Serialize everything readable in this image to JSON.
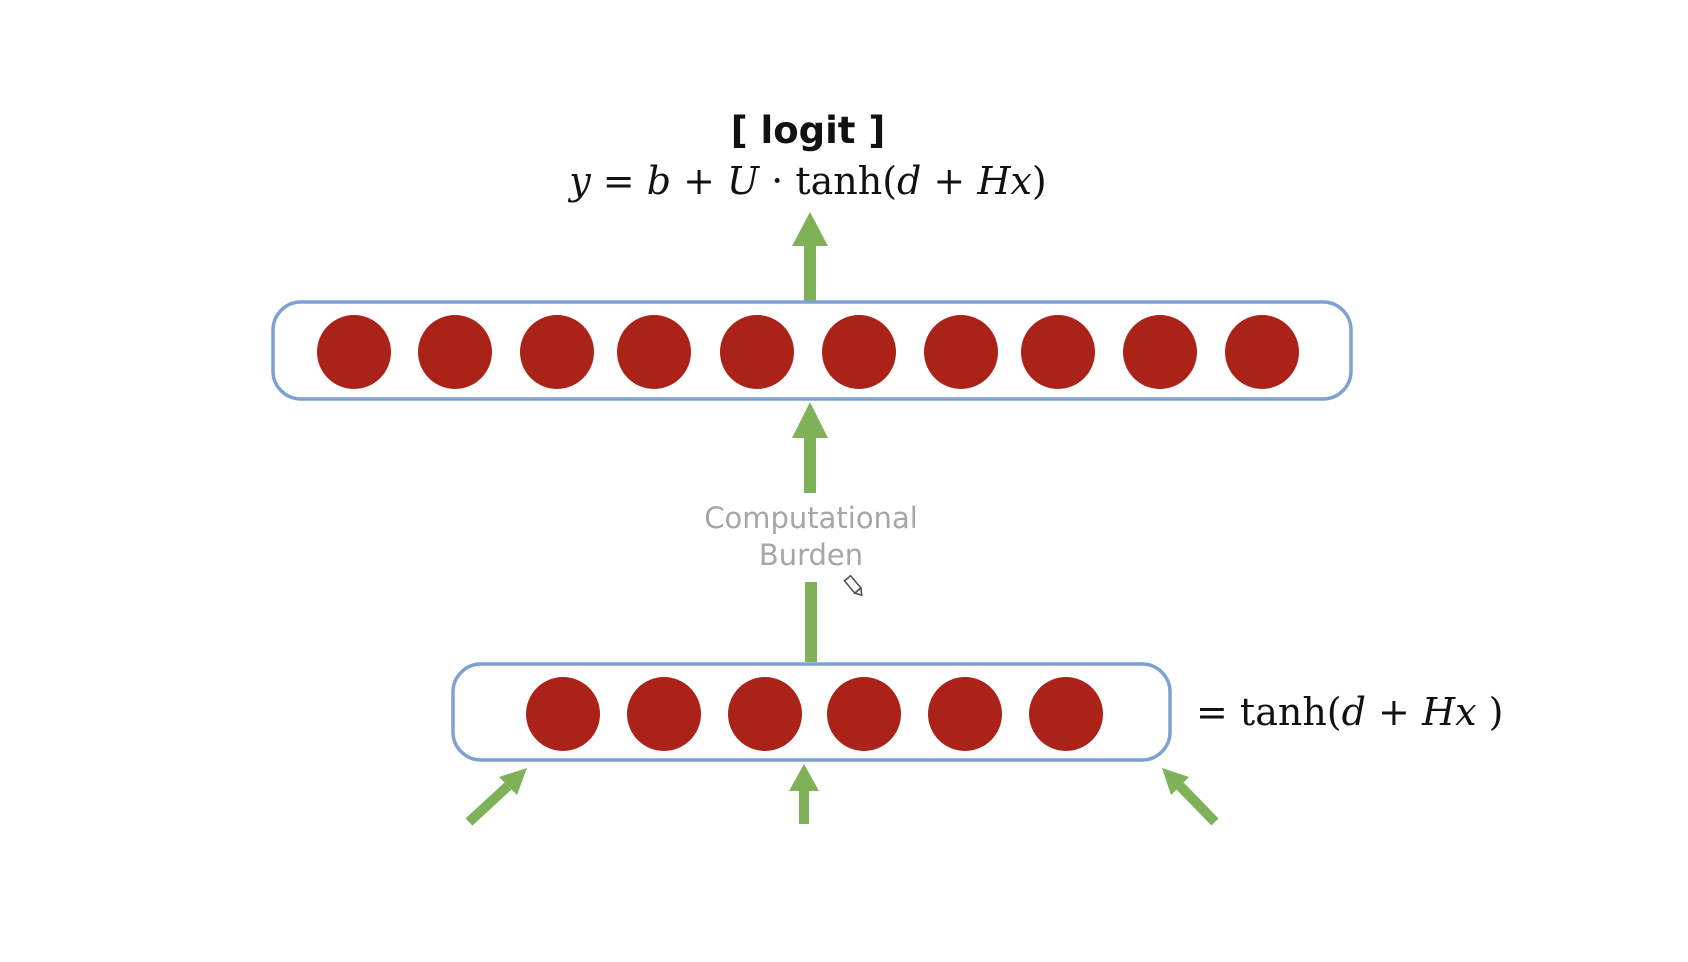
{
  "header": {
    "title": "[ logit ]",
    "equation": {
      "y": "y",
      "eq": " = ",
      "b": "b",
      "plus1": " + ",
      "U": "U",
      "dot": " · tanh(",
      "d": "d",
      "plus2": " + ",
      "H": "H",
      "x": "x",
      "close": ")"
    }
  },
  "output_layer": {
    "neuron_count": 10,
    "neuron_color": "#ab2219",
    "border_color": "#7ea1d4"
  },
  "hidden_layer": {
    "neuron_count": 6,
    "neuron_color": "#ab2219",
    "border_color": "#7ea1d4",
    "equation": {
      "eq": "= tanh(",
      "d": "d",
      "plus": " + ",
      "H": "H",
      "x": "x",
      "close": " )"
    }
  },
  "annotation": {
    "line1": "Computational",
    "line2": "Burden"
  },
  "colors": {
    "arrow": "#7fb158",
    "neuron": "#ab2219",
    "box_border": "#7ea1d4",
    "annotation_text": "#a6a6a6"
  },
  "icons": {
    "cursor": "pencil-icon"
  }
}
